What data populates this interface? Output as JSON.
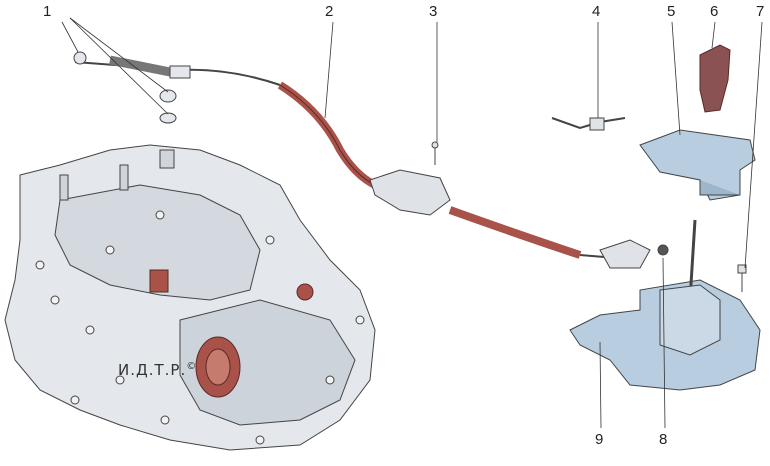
{
  "diagram": {
    "callouts": [
      {
        "id": "1",
        "label": "1"
      },
      {
        "id": "2",
        "label": "2"
      },
      {
        "id": "3",
        "label": "3"
      },
      {
        "id": "4",
        "label": "4"
      },
      {
        "id": "5",
        "label": "5"
      },
      {
        "id": "6",
        "label": "6"
      },
      {
        "id": "7",
        "label": "7"
      },
      {
        "id": "8",
        "label": "8"
      },
      {
        "id": "9",
        "label": "9"
      }
    ],
    "watermark": "И.Д.Т.Р.",
    "watermark_symbol": "©"
  },
  "colors": {
    "line": "#333333",
    "metal_fill": "#dfe3e8",
    "metal_shade": "#b9c0c8",
    "cable_sheath": "#a8524a",
    "knob": "#8a5252",
    "bracket_blue": "#b8cde0"
  }
}
